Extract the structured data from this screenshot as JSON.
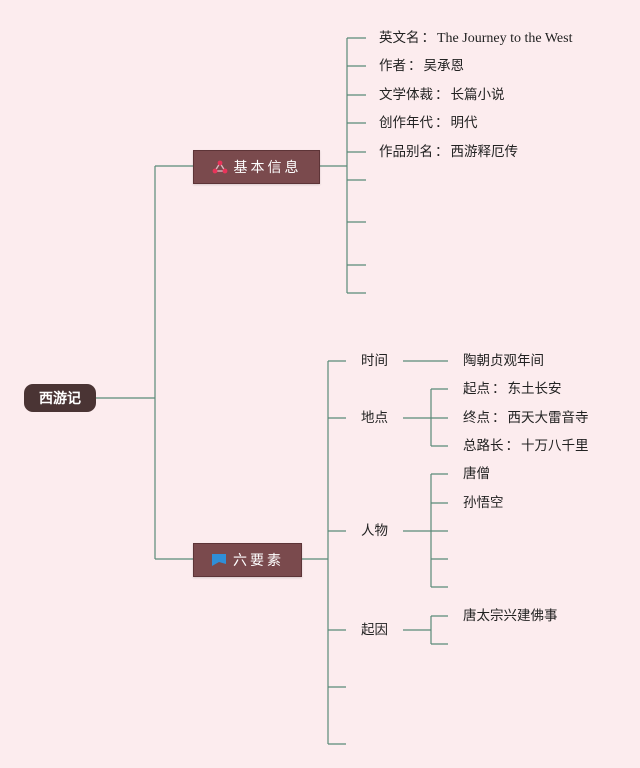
{
  "root": {
    "label": "西游记"
  },
  "branches": [
    {
      "label": "基本信息",
      "icon": "connected-dots-icon",
      "children": [
        {
          "key": "英文名",
          "value": "The Journey to the West"
        },
        {
          "key": "作者",
          "value": "吴承恩"
        },
        {
          "key": "文学体裁",
          "value": "长篇小说"
        },
        {
          "key": "创作年代",
          "value": "明代"
        },
        {
          "key": "作品别名",
          "value": "西游释厄传"
        }
      ]
    },
    {
      "label": "六要素",
      "icon": "blue-flag-icon",
      "children": [
        {
          "label": "时间",
          "children": [
            "陶朝贞观年间"
          ]
        },
        {
          "label": "地点",
          "children": [
            {
              "key": "起点",
              "value": "东土长安"
            },
            {
              "key": "终点",
              "value": "西天大雷音寺"
            },
            {
              "key": "总路长",
              "value": "十万八千里"
            }
          ]
        },
        {
          "label": "人物",
          "children": [
            "唐僧",
            "孙悟空"
          ]
        },
        {
          "label": "起因",
          "children": [
            "唐太宗兴建佛事"
          ]
        }
      ]
    }
  ],
  "separator": "：",
  "colors": {
    "background": "#fcecee",
    "root_fill": "#4a3434",
    "branch_fill": "#7a4a4d",
    "line": "#5a8a78"
  }
}
